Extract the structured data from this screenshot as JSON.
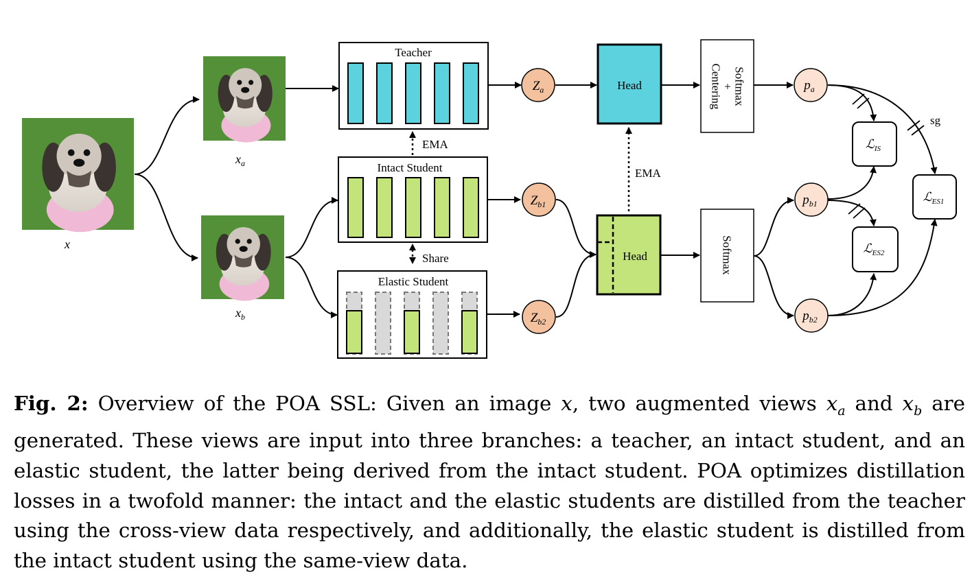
{
  "figure": {
    "inputs": {
      "x": "x",
      "xa": "x",
      "xa_sub": "a",
      "xb": "x",
      "xb_sub": "b"
    },
    "branches": {
      "teacher": "Teacher",
      "intact": "Intact Student",
      "elastic": "Elastic Student"
    },
    "features": {
      "za": "Z",
      "za_sub": "a",
      "zb1": "Z",
      "zb1_sub": "b1",
      "zb2": "Z",
      "zb2_sub": "b2"
    },
    "heads": {
      "teacher_head": "Head",
      "student_head": "Head"
    },
    "ops": {
      "teacher_op": [
        "Softmax",
        "+",
        "Centering"
      ],
      "student_op": "Softmax",
      "ema_top": "EMA",
      "ema_mid": "EMA",
      "share": "Share",
      "sg": "sg"
    },
    "probs": {
      "pa": "p",
      "pa_sub": "a",
      "pb1": "p",
      "pb1_sub": "b1",
      "pb2": "p",
      "pb2_sub": "b2"
    },
    "losses": {
      "lis": "ℒ",
      "lis_sub": "IS",
      "les2": "ℒ",
      "les2_sub": "ES2",
      "les1": "ℒ",
      "les1_sub": "ES1"
    },
    "colors": {
      "teacher": "#5bd2de",
      "student": "#c3e47b",
      "feature": "#f4c19f",
      "prob": "#fbe2d2",
      "elastic_dashed": "#d9d9d9",
      "grass": "#4e8a34"
    }
  },
  "caption": {
    "label": "Fig. 2:",
    "part1": " Overview of the POA SSL: Given an image ",
    "x": "x",
    "part2": ", two augmented views ",
    "xa": "x",
    "xa_sub": "a",
    "and": " and ",
    "xb": "x",
    "xb_sub": "b",
    "part3": " are generated. These views are input into three branches: a teacher, an intact student, and an elastic student, the latter being derived from the intact student. POA optimizes distillation losses in a twofold manner: the intact and the elastic students are distilled from the teacher using the cross-view data respectively, and additionally, the elastic student is distilled from the intact student using the same-view data."
  }
}
